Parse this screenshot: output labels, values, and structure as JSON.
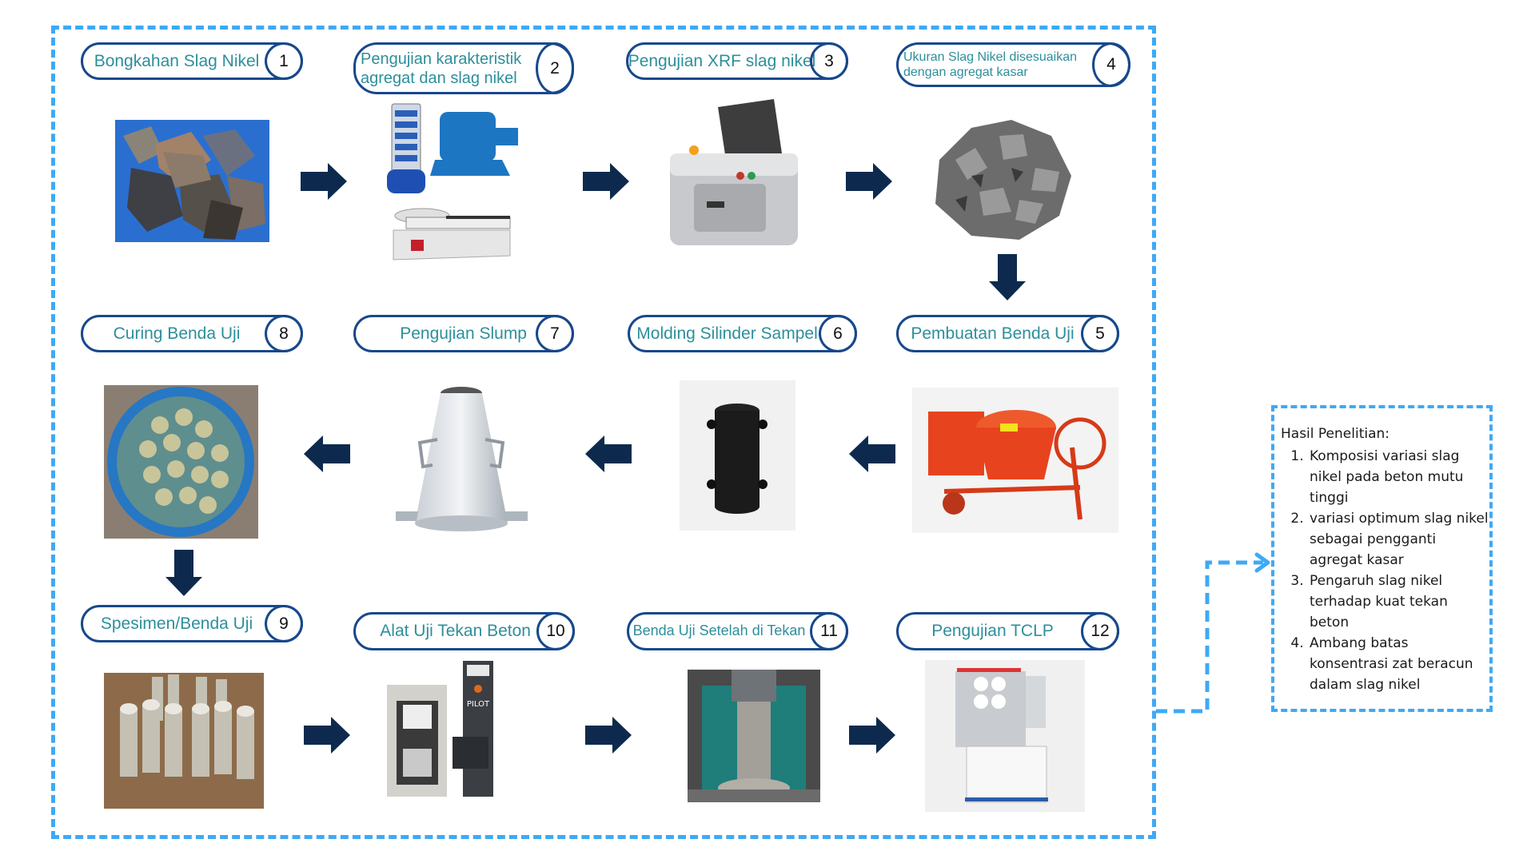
{
  "diagram": {
    "colors": {
      "frame": "#3fa9f5",
      "pill_border": "#17488c",
      "label_text": "#2d8f9b",
      "arrow": "#0d2a4e"
    },
    "steps": [
      {
        "num": "1",
        "label": "Bongkahan Slag Nikel",
        "image": "slag-rocks-on-blue-tarp"
      },
      {
        "num": "2",
        "label": "Pengujian karakteristik agregat dan slag nikel",
        "image": "sieve-shaker-abrasion-machine-balance"
      },
      {
        "num": "3",
        "label": "Pengujian XRF slag nikel",
        "image": "xrf-analyzer"
      },
      {
        "num": "4",
        "label": "Ukuran Slag Nikel disesuaikan dengan agregat kasar",
        "image": "crushed-slag-aggregate"
      },
      {
        "num": "5",
        "label": "Pembuatan Benda Uji",
        "image": "concrete-mixer"
      },
      {
        "num": "6",
        "label": "Molding Silinder Sampel",
        "image": "cylinder-mold"
      },
      {
        "num": "7",
        "label": "Pengujian Slump",
        "image": "slump-cone"
      },
      {
        "num": "8",
        "label": "Curing Benda Uji",
        "image": "curing-tank"
      },
      {
        "num": "9",
        "label": "Spesimen/Benda Uji",
        "image": "concrete-cylinders"
      },
      {
        "num": "10",
        "label": "Alat Uji Tekan Beton",
        "image": "compression-testing-machine",
        "machine_brand": "PILOT"
      },
      {
        "num": "11",
        "label": "Benda Uji Setelah di Tekan",
        "image": "crushed-specimen"
      },
      {
        "num": "12",
        "label": "Pengujian TCLP",
        "image": "tclp-extractor"
      }
    ],
    "step2_lines": [
      "Pengujian karakteristik",
      "agregat dan slag nikel"
    ],
    "step4_lines": [
      "Ukuran Slag Nikel disesuaikan",
      "dengan agregat kasar"
    ],
    "results": {
      "title": "Hasil Penelitian:",
      "items": [
        "Komposisi variasi slag nikel pada beton mutu tinggi",
        "variasi optimum slag nikel sebagai pengganti agregat kasar",
        "Pengaruh slag nikel terhadap kuat tekan beton",
        "Ambang batas konsentrasi zat beracun dalam slag nikel"
      ]
    }
  }
}
